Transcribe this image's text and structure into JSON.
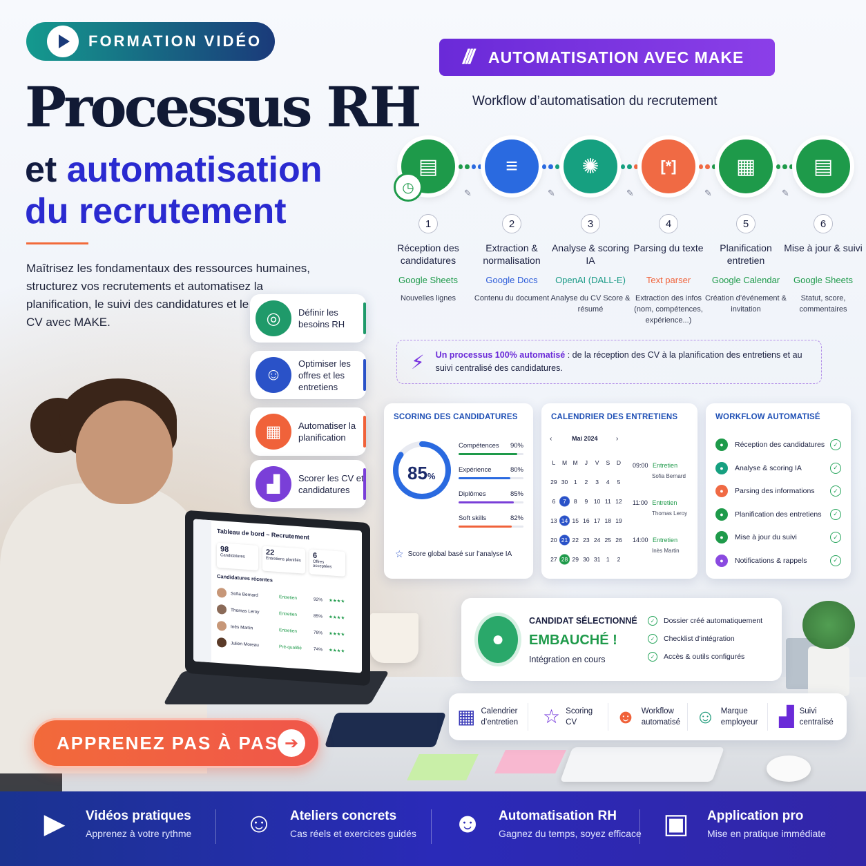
{
  "badge_video": "FORMATION VIDÉO",
  "badge_make": "AUTOMATISATION AVEC MAKE",
  "title": {
    "line1": "Processus RH",
    "line2_a": "et ",
    "line2_b": "automatisation",
    "line3": "du recrutement"
  },
  "description": "Maîtrisez les fondamentaux des ressources humaines, structurez vos recrutements et automatisez la planification, le suivi des candidatures et le scoring des CV avec MAKE.",
  "features": [
    {
      "label": "Définir les besoins RH",
      "icon": "target-icon",
      "color": "#1f9a6a"
    },
    {
      "label": "Optimiser les offres et les entretiens",
      "icon": "users-icon",
      "color": "#2a52c8"
    },
    {
      "label": "Automatiser la planification",
      "icon": "calendar-icon",
      "color": "#f0623a"
    },
    {
      "label": "Scorer les CV et candidatures",
      "icon": "chart-icon",
      "color": "#7a3fd8"
    }
  ],
  "workflow": {
    "title": "Workflow d’automatisation du recrutement",
    "steps": [
      {
        "num": "1",
        "label": "Réception des candidatures",
        "tool": "Google Sheets",
        "tool_color": "#1e9a4a",
        "detail": "Nouvelles lignes",
        "icon": "sheets-icon",
        "color": "#1e9a4a"
      },
      {
        "num": "2",
        "label": "Extraction & normalisation",
        "tool": "Google Docs",
        "tool_color": "#2a5ad8",
        "detail": "Contenu du document",
        "icon": "docs-icon",
        "color": "#2a6ae0"
      },
      {
        "num": "3",
        "label": "Analyse & scoring IA",
        "tool": "OpenAI (DALL-E)",
        "tool_color": "#1a9a86",
        "detail": "Analyse du CV Score & résumé",
        "icon": "openai-icon",
        "color": "#16a080"
      },
      {
        "num": "4",
        "label": "Parsing du texte",
        "tool": "Text parser",
        "tool_color": "#f0623a",
        "detail": "Extraction des infos (nom, compétences, expérience...)",
        "icon": "parser-icon",
        "color": "#f06a44"
      },
      {
        "num": "5",
        "label": "Planification entretien",
        "tool": "Google Calendar",
        "tool_color": "#1e9a4a",
        "detail": "Création d’événement & invitation",
        "icon": "calendar-icon",
        "color": "#1e9a4a"
      },
      {
        "num": "6",
        "label": "Mise à jour & suivi",
        "tool": "Google Sheets",
        "tool_color": "#1e9a4a",
        "detail": "Statut, score, commentaires",
        "icon": "sheets-icon",
        "color": "#1e9a4a"
      }
    ]
  },
  "auto_banner": {
    "bold": "Un processus 100% automatisé",
    "rest": " : de la réception des CV à la planification des entretiens et au suivi centralisé des candidatures."
  },
  "scoring": {
    "title": "SCORING DES CANDIDATURES",
    "score": "85",
    "score_unit": "%",
    "rows": [
      {
        "label": "Compétences",
        "value": "90%",
        "pct": 90,
        "color": "#1e9a4a"
      },
      {
        "label": "Expérience",
        "value": "80%",
        "pct": 80,
        "color": "#2a6ae0"
      },
      {
        "label": "Diplômes",
        "value": "85%",
        "pct": 85,
        "color": "#7a3fd8"
      },
      {
        "label": "Soft skills",
        "value": "82%",
        "pct": 82,
        "color": "#f0623a"
      }
    ],
    "footer": "Score global basé sur l’analyse IA"
  },
  "calendar": {
    "title": "CALENDRIER DES ENTRETIENS",
    "month": "Mai 2024",
    "days": [
      "L",
      "M",
      "M",
      "J",
      "V",
      "S",
      "D",
      "29",
      "30",
      "1",
      "2",
      "3",
      "4",
      "5",
      "6",
      "7",
      "8",
      "9",
      "10",
      "11",
      "12",
      "13",
      "14",
      "15",
      "16",
      "17",
      "18",
      "19",
      "20",
      "21",
      "22",
      "23",
      "24",
      "25",
      "26",
      "27",
      "28",
      "29",
      "30",
      "31",
      "1",
      "2"
    ],
    "events": [
      {
        "time": "09:00",
        "type": "Entretien",
        "name": "Sofia Bernard"
      },
      {
        "time": "11:00",
        "type": "Entretien",
        "name": "Thomas Leroy"
      },
      {
        "time": "14:00",
        "type": "Entretien",
        "name": "Inès Martin"
      }
    ]
  },
  "workflow_panel": {
    "title": "WORKFLOW AUTOMATISÉ",
    "rows": [
      {
        "label": "Réception des candidatures",
        "color": "#1e9a4a"
      },
      {
        "label": "Analyse & scoring IA",
        "color": "#16a080"
      },
      {
        "label": "Parsing des informations",
        "color": "#f06a44"
      },
      {
        "label": "Planification des entretiens",
        "color": "#1e9a4a"
      },
      {
        "label": "Mise à jour du suivi",
        "color": "#1e9a4a"
      },
      {
        "label": "Notifications & rappels",
        "color": "#8a4ae0"
      }
    ]
  },
  "hired": {
    "label": "CANDIDAT SÉLECTIONNÉ",
    "status": "EMBAUCHÉ !",
    "sub": "Intégration en cours",
    "checks": [
      "Dossier créé automatiquement",
      "Checklist d’intégration",
      "Accès & outils configurés"
    ]
  },
  "strip": [
    {
      "label": "Calendrier d’entretien",
      "icon": "calendar-icon"
    },
    {
      "label": "Scoring CV",
      "icon": "star-icon"
    },
    {
      "label": "Workflow automatisé",
      "icon": "robot-icon"
    },
    {
      "label": "Marque employeur",
      "icon": "users-icon"
    },
    {
      "label": "Suivi centralisé",
      "icon": "chart-icon"
    }
  ],
  "dashboard": {
    "title": "Tableau de bord – Recrutement",
    "stats": [
      {
        "n": "98",
        "l": "Candidatures"
      },
      {
        "n": "22",
        "l": "Entretiens planifiés"
      },
      {
        "n": "6",
        "l": "Offres acceptées"
      }
    ],
    "section": "Candidatures récentes",
    "rows": [
      {
        "name": "Sofia Bernard",
        "status": "Entretien",
        "score": "92%"
      },
      {
        "name": "Thomas Leroy",
        "status": "Entretien",
        "score": "85%"
      },
      {
        "name": "Inès Martin",
        "status": "Entretien",
        "score": "78%"
      },
      {
        "name": "Julien Moreau",
        "status": "Pré-qualifié",
        "score": "74%"
      }
    ]
  },
  "cta": "APPRENEZ PAS À PAS",
  "footer": [
    {
      "title": "Vidéos pratiques",
      "sub": "Apprenez à votre rythme",
      "icon": "play-icon"
    },
    {
      "title": "Ateliers concrets",
      "sub": "Cas réels et exercices guidés",
      "icon": "users-icon"
    },
    {
      "title": "Automatisation RH",
      "sub": "Gagnez du temps, soyez efficace",
      "icon": "robot-icon"
    },
    {
      "title": "Application pro",
      "sub": "Mise en pratique immédiate",
      "icon": "briefcase-icon"
    }
  ]
}
